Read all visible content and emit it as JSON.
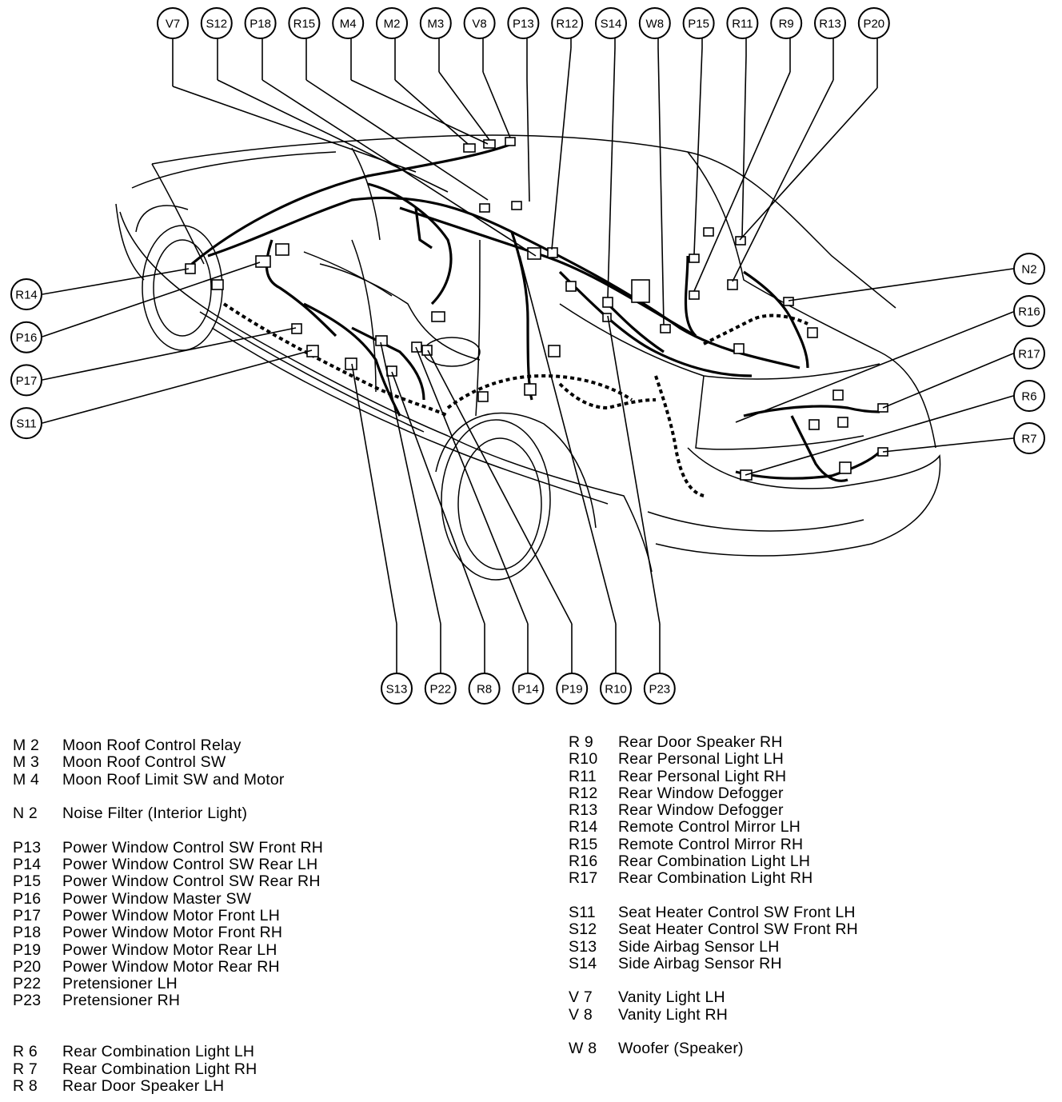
{
  "callouts": {
    "top": [
      "V7",
      "S12",
      "P18",
      "R15",
      "M4",
      "M2",
      "M3",
      "V8",
      "P13",
      "R12",
      "S14",
      "W8",
      "P15",
      "R11",
      "R9",
      "R13",
      "P20"
    ],
    "left": [
      "R14",
      "P16",
      "P17",
      "S11"
    ],
    "right": [
      "N2",
      "R16",
      "R17",
      "R6",
      "R7"
    ],
    "bottom": [
      "S13",
      "P22",
      "R8",
      "P14",
      "P19",
      "R10",
      "P23"
    ]
  },
  "legend_left": [
    {
      "code": "M 2",
      "label": "Moon Roof Control Relay"
    },
    {
      "code": "M 3",
      "label": "Moon Roof Control SW"
    },
    {
      "code": "M 4",
      "label": "Moon Roof Limit SW and Motor"
    },
    null,
    {
      "code": "N 2",
      "label": "Noise Filter (Interior Light)"
    },
    null,
    {
      "code": "P13",
      "label": "Power Window Control SW Front RH"
    },
    {
      "code": "P14",
      "label": "Power Window Control SW Rear LH"
    },
    {
      "code": "P15",
      "label": "Power Window Control SW Rear RH"
    },
    {
      "code": "P16",
      "label": "Power Window Master SW"
    },
    {
      "code": "P17",
      "label": "Power Window Motor Front LH"
    },
    {
      "code": "P18",
      "label": "Power Window Motor Front RH"
    },
    {
      "code": "P19",
      "label": "Power Window Motor Rear LH"
    },
    {
      "code": "P20",
      "label": "Power Window Motor Rear RH"
    },
    {
      "code": "P22",
      "label": "Pretensioner LH"
    },
    {
      "code": "P23",
      "label": "Pretensioner RH"
    },
    null,
    null,
    {
      "code": "R 6",
      "label": "Rear Combination Light LH"
    },
    {
      "code": "R 7",
      "label": "Rear Combination Light RH"
    },
    {
      "code": "R 8",
      "label": "Rear Door Speaker LH"
    }
  ],
  "legend_right": [
    {
      "code": "R 9",
      "label": "Rear Door Speaker RH"
    },
    {
      "code": "R10",
      "label": "Rear Personal Light LH"
    },
    {
      "code": "R11",
      "label": "Rear Personal Light RH"
    },
    {
      "code": "R12",
      "label": "Rear Window Defogger"
    },
    {
      "code": "R13",
      "label": "Rear Window Defogger"
    },
    {
      "code": "R14",
      "label": "Remote Control Mirror LH"
    },
    {
      "code": "R15",
      "label": "Remote Control Mirror RH"
    },
    {
      "code": "R16",
      "label": "Rear Combination Light LH"
    },
    {
      "code": "R17",
      "label": "Rear Combination Light RH"
    },
    null,
    {
      "code": "S11",
      "label": "Seat Heater Control SW Front LH"
    },
    {
      "code": "S12",
      "label": "Seat Heater Control SW Front RH"
    },
    {
      "code": "S13",
      "label": "Side Airbag Sensor LH"
    },
    {
      "code": "S14",
      "label": "Side Airbag Sensor RH"
    },
    null,
    {
      "code": "V 7",
      "label": "Vanity Light LH"
    },
    {
      "code": "V 8",
      "label": "Vanity Light RH"
    },
    null,
    {
      "code": "W 8",
      "label": "Woofer (Speaker)"
    }
  ]
}
